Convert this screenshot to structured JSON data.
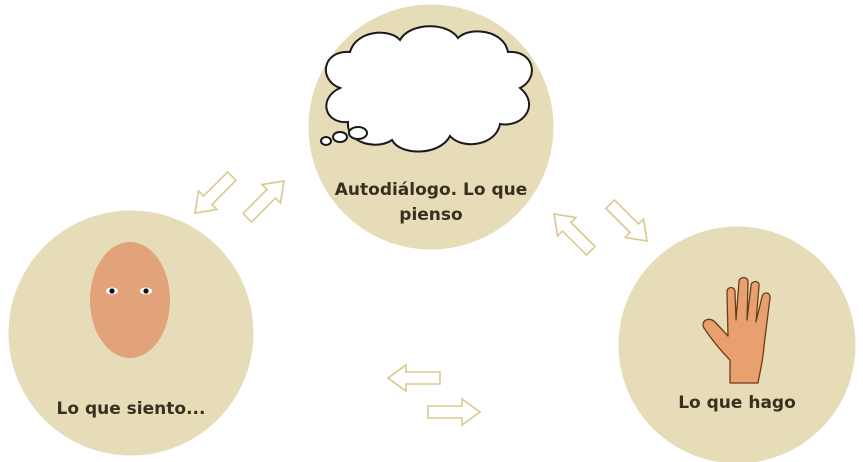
{
  "nodes": {
    "think": {
      "line1": "Autodiálogo. Lo que",
      "line2": "pienso"
    },
    "feel": {
      "label": "Lo que siento..."
    },
    "do": {
      "label": "Lo que hago"
    }
  },
  "colors": {
    "circle_fill": "#e6dcb8",
    "arrow_outline": "#d8c98e",
    "face": "#e2a27a",
    "hand": "#e8a06e",
    "label_text": "#3a2e20"
  },
  "icons": [
    "thought-cloud-icon",
    "face-icon",
    "hand-icon",
    "double-arrow-icon"
  ]
}
